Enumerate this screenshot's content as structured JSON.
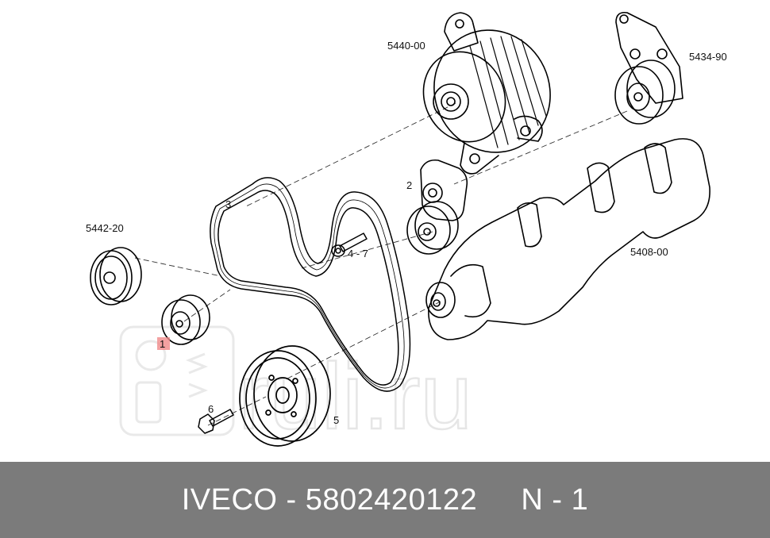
{
  "labels": {
    "alternator": "5440-00",
    "tensioner_bracket": "5434-90",
    "pulley_assembly": "5442-20",
    "crankshaft": "5408-00",
    "belt": "3",
    "tensioner_upper": "2",
    "bolt_upper": "4 - 7",
    "idler_pulley": "1",
    "bolt_lower": "6",
    "damper_pulley": "5"
  },
  "watermark": {
    "text": "ruli.ru",
    "color": "#d4d4d4"
  },
  "colors": {
    "footer_bg": "#7b7b7b",
    "footer_text": "#ffffff",
    "highlight": "#f08a8a"
  },
  "footer": {
    "brand": "IVECO",
    "separator": " - ",
    "part_number": "5802420122",
    "position": "N - 1"
  }
}
